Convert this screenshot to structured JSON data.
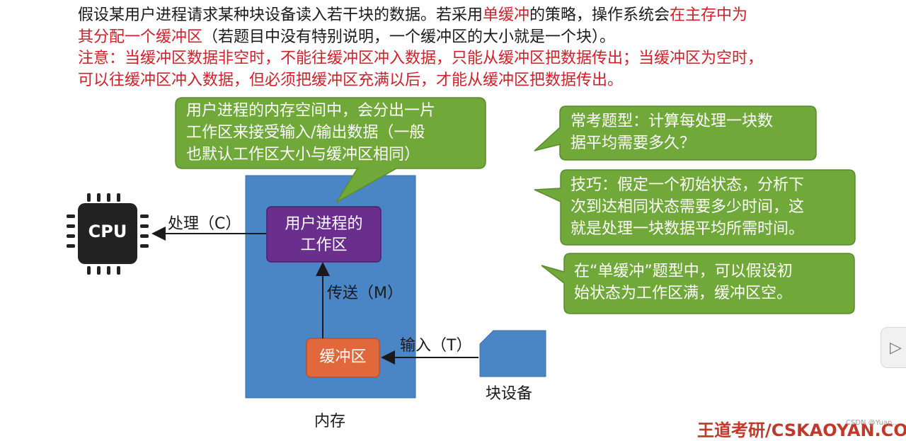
{
  "intro": {
    "line1_a": "假设某用户进程请求某种块设备读入若干块的数据。若采用",
    "line1_b": "单缓冲",
    "line1_c": "的策略，操作系统会",
    "line1_d": "在主存中为",
    "line2_a": "其分配一个缓冲区",
    "line2_b": "（若题目中没有特别说明，一个缓冲区的大小就是一个块）。"
  },
  "note": {
    "line1": "注意：当缓冲区数据非空时，不能往缓冲区冲入数据，只能从缓冲区把数据传出；当缓冲区为空时，",
    "line2": "可以往缓冲区冲入数据，但必须把缓冲区充满以后，才能从缓冲区把数据传出。"
  },
  "bubble_workarea": [
    "用户进程的内存空间中，会分出一片",
    "工作区来接受输入/输出数据（一般",
    "也默认工作区大小与缓冲区相同）"
  ],
  "bubble_question": [
    "常考题型：计算每处理一块数",
    "据平均需要多久？"
  ],
  "bubble_tip": [
    "技巧：假定一个初始状态，分析下",
    "次到达相同状态需要多少时间，这",
    "就是处理一块数据平均所需时间。"
  ],
  "bubble_assume": [
    "在“单缓冲”题型中，可以假设初",
    "始状态为工作区满，缓冲区空。"
  ],
  "diagram": {
    "cpu": "CPU",
    "process_label": "处理（C）",
    "work_area": [
      "用户进程的",
      "工作区"
    ],
    "transfer_label": "传送（M）",
    "buffer": "缓冲区",
    "input_label": "输入（T）",
    "block_device": "块设备",
    "memory": "内存"
  },
  "watermark": "王道考研/CSKAOYAN.COM",
  "csdn": "CSDN @Yuan...",
  "side_tab_icon": "▷",
  "colors": {
    "green": "#70a83a",
    "blue": "#4a86c5",
    "purple": "#6a2f8c",
    "orange": "#e0683a",
    "red": "#d0202a"
  }
}
